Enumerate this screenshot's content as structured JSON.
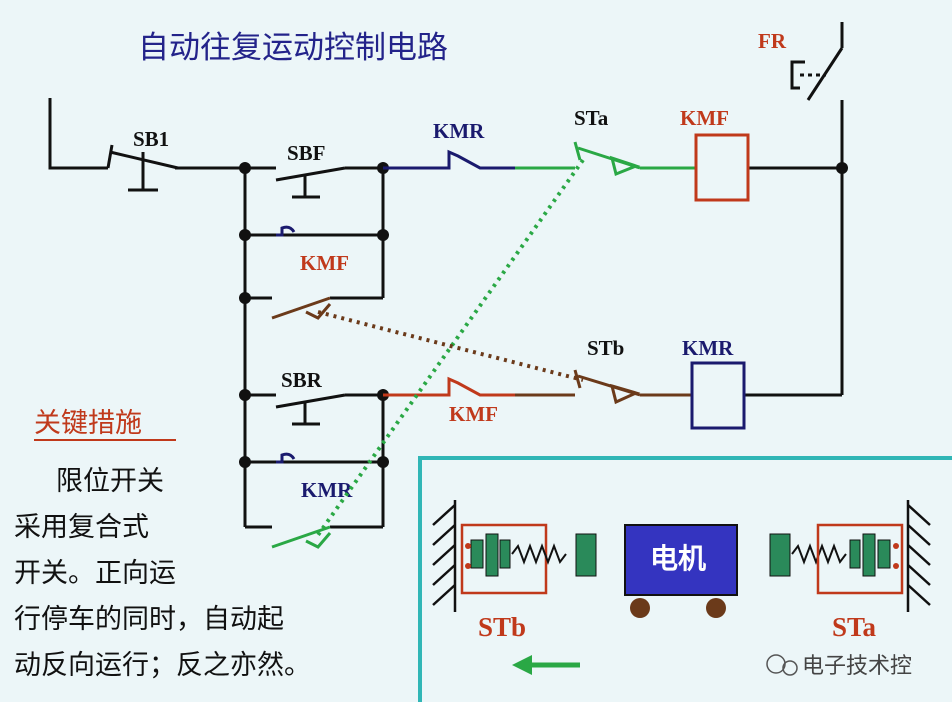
{
  "title": "自动往复运动控制电路",
  "labels": {
    "sb1": "SB1",
    "sbf": "SBF",
    "sbr": "SBR",
    "kmr_top": "KMR",
    "sta_top": "STa",
    "kmf_coil": "KMF",
    "fr": "FR",
    "kmf_mid": "KMF",
    "stb_mid": "STb",
    "kmr_coil": "KMR",
    "kmf_low": "KMF",
    "kmr_low": "KMR"
  },
  "note": {
    "heading": "关键措施",
    "lines": [
      "限位开关",
      "采用复合式",
      "开关。正向运",
      "行停车的同时，自动起",
      "动反向运行；反之亦然。"
    ]
  },
  "mechanism": {
    "motor": "电机",
    "left_switch": "STb",
    "right_switch": "STa"
  },
  "watermark": "电子技术控"
}
